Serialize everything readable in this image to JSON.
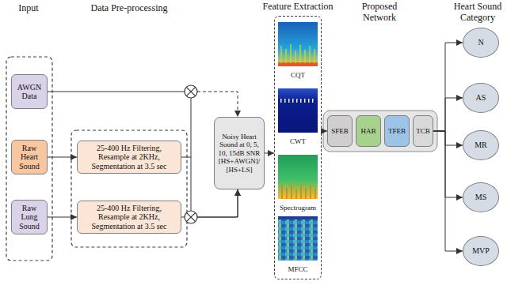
{
  "diagram": {
    "nodes": [
      {
        "text": [
          "AWGN Data"
        ]
      },
      {
        "text": [
          "Raw Heart Sound"
        ]
      },
      {
        "text": [
          "Raw Lung Sound"
        ]
      },
      {
        "text": [
          "25-400 Hz Filtering, Resample at 2KHz, Segmentation at 3.5 sec"
        ]
      },
      {
        "text": [
          "25-400 Hz Filtering, Resample at 2KHz, Segmentation at 3.5 sec"
        ]
      },
      {
        "text": [
          "Noisy Heart Sound at 0, 5, 10, 15dB SNR [HS+AWGN]/ [HS+LS]"
        ]
      },
      {
        "text": [
          "Feature Extraction"
        ]
      },
      {
        "text": [
          "CQT"
        ],
        "in": 6
      },
      {
        "text": [
          "CWT"
        ],
        "in": 6
      },
      {
        "text": [
          "Spectrogram"
        ],
        "in": 6
      },
      {
        "text": [
          "MFCC"
        ],
        "in": 6
      },
      {
        "text": [
          "SFEB"
        ]
      },
      {
        "text": [
          "HAB"
        ]
      },
      {
        "text": [
          "TFEB"
        ]
      },
      {
        "text": [
          "TCB"
        ]
      },
      {
        "text": [
          "N"
        ]
      },
      {
        "text": [
          "AS"
        ]
      },
      {
        "text": [
          "MR"
        ]
      },
      {
        "text": [
          "MS"
        ]
      },
      {
        "text": [
          "MVP"
        ]
      }
    ],
    "edges": [
      {
        "from": 0,
        "to": 5,
        "arrow": "to"
      },
      {
        "from": 1,
        "to": 3,
        "arrow": "to"
      },
      {
        "from": 2,
        "to": 4,
        "arrow": "to"
      },
      {
        "from": 3,
        "to": 5,
        "arrow": "to"
      },
      {
        "from": 4,
        "to": 5,
        "arrow": "to"
      },
      {
        "from": 5,
        "to": 6,
        "arrow": "to"
      },
      {
        "from": 6,
        "to": 11,
        "arrow": "to"
      },
      {
        "from": 14,
        "to": 15,
        "arrow": "to"
      },
      {
        "from": 14,
        "to": 16,
        "arrow": "to"
      },
      {
        "from": 14,
        "to": 17,
        "arrow": "to"
      },
      {
        "from": 14,
        "to": 18,
        "arrow": "to"
      },
      {
        "from": 14,
        "to": 19,
        "arrow": "to"
      }
    ],
    "labels": [
      "Input",
      "Data Pre-processing",
      "Proposed Network",
      "Heart Sound Category"
    ]
  }
}
